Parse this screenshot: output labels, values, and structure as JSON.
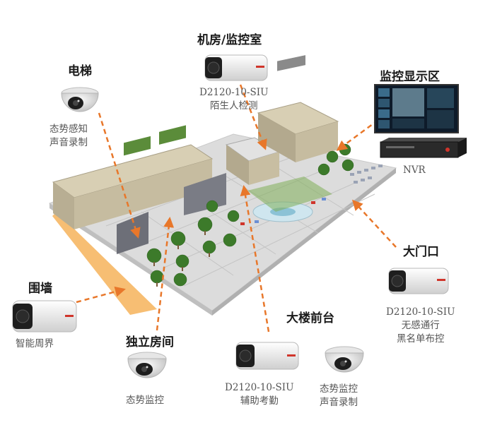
{
  "colors": {
    "arrow": "#e8772a",
    "title_text": "#1a1a1a",
    "sub_text": "#555555",
    "camera_body": "#f2f2f2",
    "camera_face": "#1e1e1e",
    "camera_accent": "#d0352b",
    "roof": "#d8cfb4",
    "lawn": "#5b8c3a",
    "tree": "#3c7a2a",
    "ground": "#d9d9d9",
    "wall_highlight": "#f0a040"
  },
  "icons": {
    "bullet_camera": "bullet-camera-icon",
    "dome_camera": "dome-camera-icon",
    "monitor": "monitor-icon",
    "nvr": "nvr-recorder-icon"
  },
  "labels": {
    "elevator": {
      "title": "电梯",
      "lines": [
        "态势感知",
        "声音录制"
      ]
    },
    "server_room": {
      "title": "机房/监控室",
      "lines": [
        "D2120-10-SIU",
        "陌生人检测"
      ]
    },
    "display_area": {
      "title": "监控显示区",
      "nvr": "NVR"
    },
    "main_gate": {
      "title": "大门口",
      "lines": [
        "D2120-10-SIU",
        "无感通行",
        "黑名单布控"
      ]
    },
    "perimeter_wall": {
      "title": "围墙",
      "lines": [
        "智能周界"
      ]
    },
    "private_room": {
      "title": "独立房间",
      "lines": [
        "态势监控"
      ]
    },
    "lobby": {
      "title": "大楼前台",
      "bullet_lines": [
        "D2120-10-SIU",
        "辅助考勤"
      ],
      "dome_lines": [
        "态势监控",
        "声音录制"
      ]
    }
  }
}
